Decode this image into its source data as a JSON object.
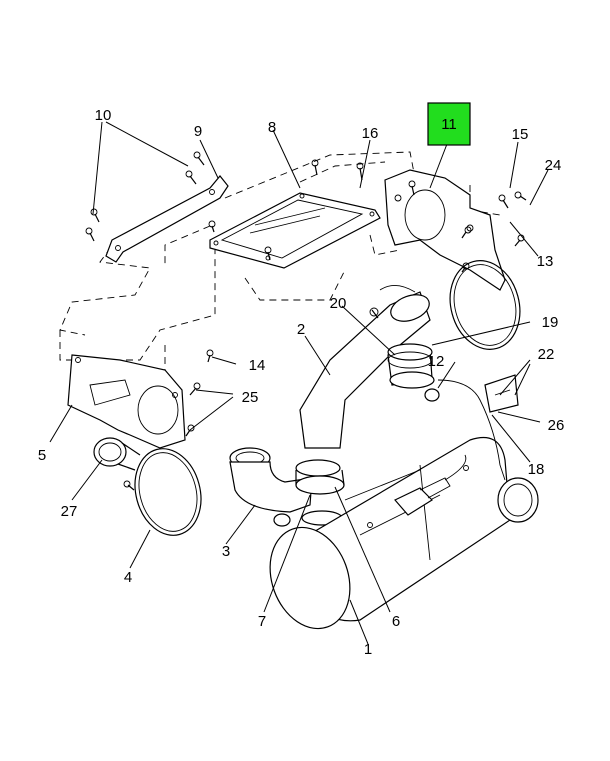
{
  "diagram": {
    "highlighted_callout": "11",
    "highlight_color": "#22dd1e",
    "callouts": [
      "1",
      "2",
      "3",
      "4",
      "5",
      "6",
      "7",
      "8",
      "9",
      "10",
      "11",
      "12",
      "13",
      "14",
      "15",
      "16",
      "18",
      "19",
      "20",
      "22",
      "24",
      "25",
      "26",
      "27"
    ]
  }
}
